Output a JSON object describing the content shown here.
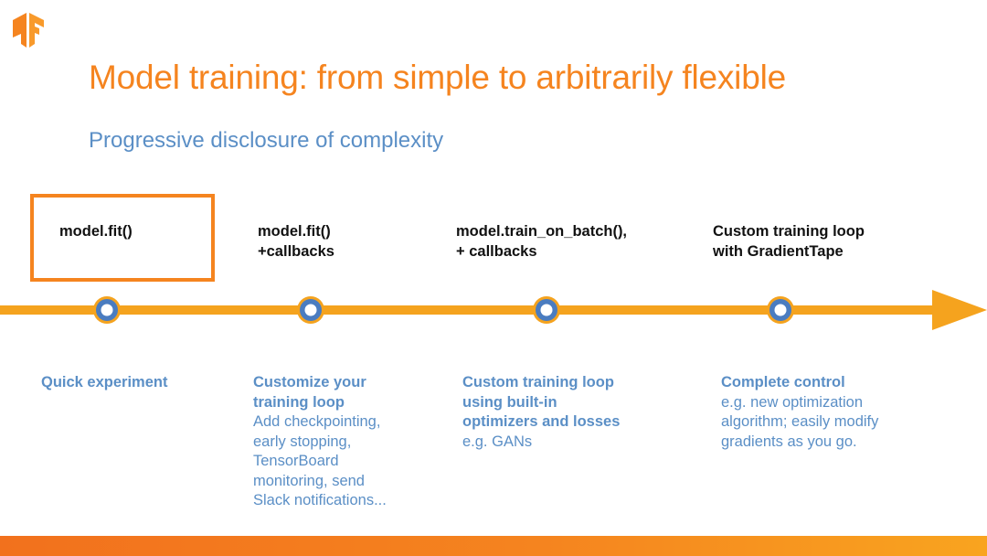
{
  "title": "Model training: from simple to arbitrarily flexible",
  "subtitle": "Progressive disclosure of complexity",
  "colors": {
    "accent": "#f5841f",
    "blue_text": "#5b8fc6",
    "node_fill": "#4a7cc0"
  },
  "stages": [
    {
      "label_lines": [
        "model.fit()"
      ],
      "highlighted": true
    },
    {
      "label_lines": [
        "model.fit()",
        "+callbacks"
      ]
    },
    {
      "label_lines": [
        "model.train_on_batch(),",
        "+ callbacks"
      ]
    },
    {
      "label_lines": [
        "Custom training loop",
        "with GradientTape"
      ]
    }
  ],
  "descriptions": [
    {
      "heading": [
        "Quick experiment"
      ],
      "body": []
    },
    {
      "heading": [
        "Customize your",
        "training loop"
      ],
      "body": [
        "Add checkpointing,",
        "early stopping,",
        "TensorBoard",
        "monitoring, send",
        "Slack notifications..."
      ]
    },
    {
      "heading": [
        "Custom training loop",
        "using built-in",
        "optimizers and losses"
      ],
      "body": [
        "e.g. GANs"
      ]
    },
    {
      "heading": [
        "Complete control"
      ],
      "body": [
        "e.g. new optimization",
        "algorithm; easily modify",
        "gradients as you go."
      ]
    }
  ]
}
